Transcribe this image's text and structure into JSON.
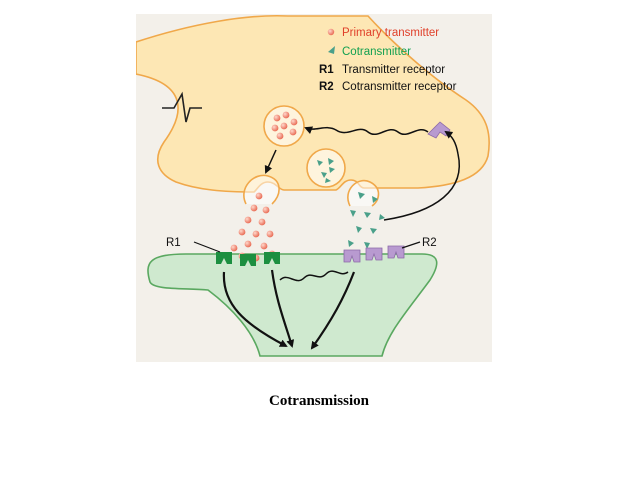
{
  "legend": {
    "primary_label": "Primary transmitter",
    "cotransmitter_label": "Cotransmitter",
    "r1_key": "R1",
    "r1_label": "Transmitter receptor",
    "r2_key": "R2",
    "r2_label": "Cotransmitter receptor"
  },
  "labels": {
    "r1": "R1",
    "r2": "R2"
  },
  "caption": "Cotransmission",
  "colors": {
    "background": "#f3f0ea",
    "presynaptic_fill": "#fde7b4",
    "presynaptic_stroke": "#f0a84a",
    "postsynaptic_fill": "#cfe9cf",
    "postsynaptic_stroke": "#5aa860",
    "primary_dot": "#f08a78",
    "primary_text": "#e0402a",
    "cotransmitter": "#4aa08a",
    "cotransmitter_text": "#12a050",
    "r1_receptor": "#1c8f40",
    "r2_receptor": "#b89ad0"
  }
}
